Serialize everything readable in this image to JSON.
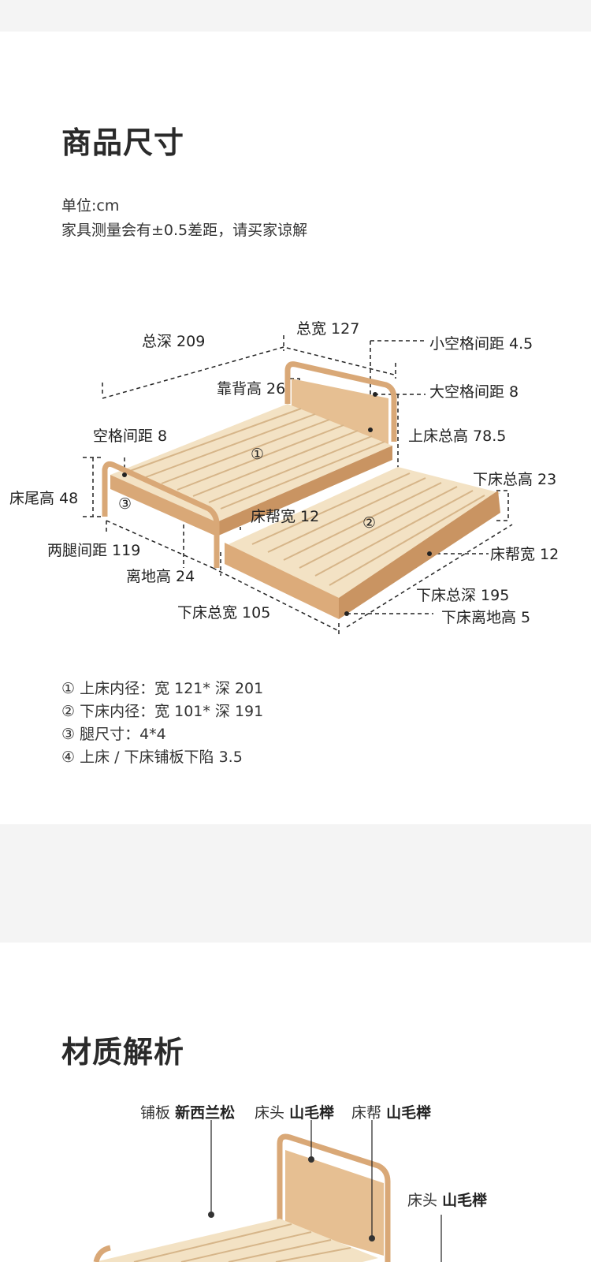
{
  "size_section": {
    "title": "商品尺寸",
    "unit": "单位:cm",
    "tolerance": "家具测量会有±0.5差距，请买家谅解",
    "labels": {
      "total_depth": "总深 209",
      "total_width": "总宽 127",
      "small_gap": "小空格间距 4.5",
      "back_height": "靠背高 26",
      "large_gap": "大空格间距 8",
      "gap": "空格间距 8",
      "upper_height": "上床总高 78.5",
      "marker1": "①",
      "foot_height": "床尾高 48",
      "marker3": "③",
      "lower_height": "下床总高 23",
      "rail_width": "床帮宽 12",
      "marker2": "②",
      "leg_spacing": "两腿间距 119",
      "rail_width_right": "床帮宽 12",
      "clearance": "离地高 24",
      "lower_depth": "下床总深 195",
      "lower_width": "下床总宽 105",
      "lower_clearance": "下床离地高 5"
    },
    "notes": [
      "① 上床内径：宽 121* 深 201",
      "② 下床内径：宽 101* 深 191",
      "③ 腿尺寸：4*4",
      "④ 上床 / 下床铺板下陷 3.5"
    ]
  },
  "material_section": {
    "title": "材质解析",
    "materials": [
      {
        "part": "铺板",
        "material": "新西兰松"
      },
      {
        "part": "床头",
        "material": "山毛榉"
      },
      {
        "part": "床帮",
        "material": "山毛榉"
      },
      {
        "part": "床头",
        "material": "山毛榉"
      }
    ]
  },
  "colors": {
    "band": "#f4f4f4",
    "wood": "#d9a877",
    "slat": "#f3e2c4",
    "text": "#222222"
  }
}
